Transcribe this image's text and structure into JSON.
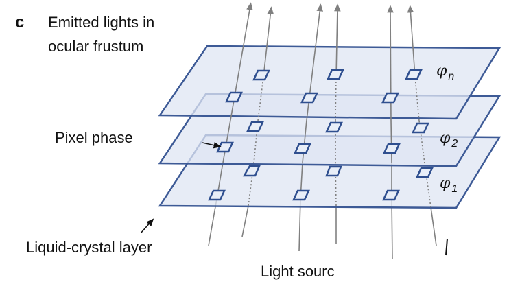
{
  "panel_label": "c",
  "labels": {
    "emitted_line1": "Emitted lights in",
    "emitted_line2": "ocular frustum",
    "pixel_phase": "Pixel phase",
    "lc_layer": "Liquid-crystal layer",
    "light_source": "Light sourc"
  },
  "planes": [
    {
      "symbol": "φ",
      "subscript": "n"
    },
    {
      "symbol": "φ",
      "subscript": "2"
    },
    {
      "symbol": "φ",
      "subscript": "1"
    }
  ],
  "colors": {
    "plane_fill": "#dfe6f3",
    "plane_stroke": "#3d5a96",
    "ray": "#808080"
  }
}
